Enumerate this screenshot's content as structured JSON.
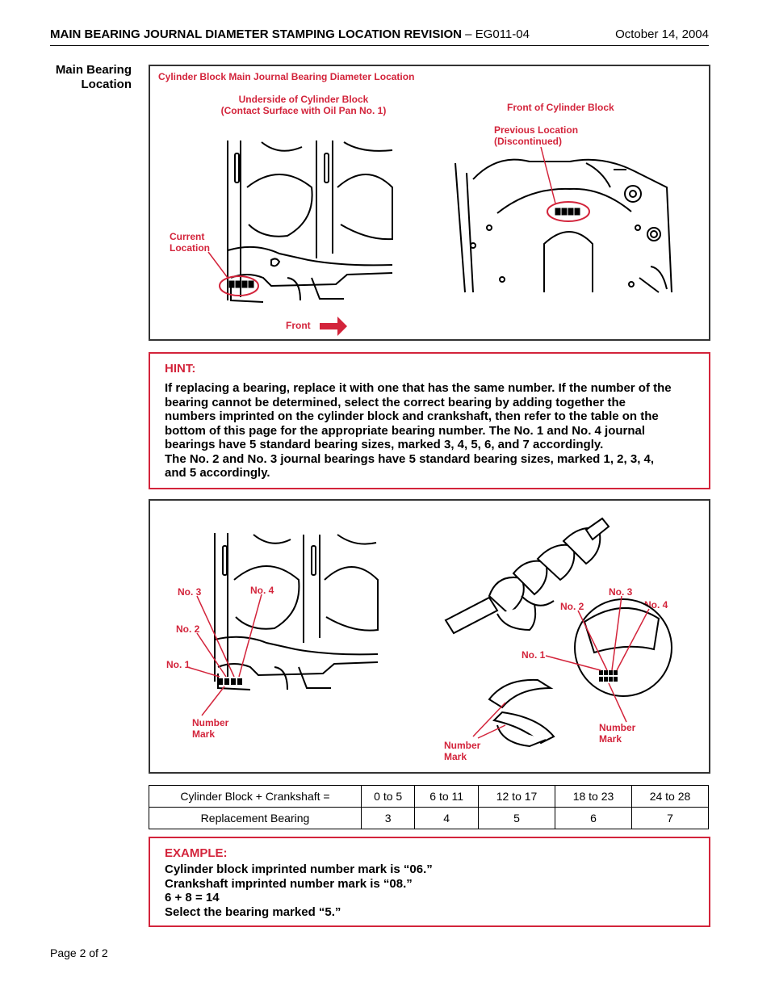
{
  "header": {
    "title": "MAIN BEARING JOURNAL DIAMETER STAMPING LOCATION REVISION",
    "code": " – EG011-04",
    "date": "October 14, 2004"
  },
  "side_label": [
    "Main Bearing",
    "Location"
  ],
  "figure1": {
    "title": "Cylinder Block Main Journal Bearing Diameter Location",
    "underside_label": [
      "Underside of Cylinder Block",
      "(Contact Surface with Oil Pan No. 1)"
    ],
    "front_of_block_label": "Front of Cylinder Block",
    "previous_location_label": [
      "Previous Location",
      "(Discontinued)"
    ],
    "current_location_label": [
      "Current",
      "Location"
    ],
    "front_label": "Front"
  },
  "hint": {
    "title": "HINT:",
    "lines": [
      "If replacing a bearing, replace it with one that has the same number. If the number of the",
      "bearing cannot be determined, select the correct bearing by adding together the",
      "numbers imprinted on the cylinder block and crankshaft, then refer to the table on the",
      "bottom of this page for the appropriate bearing number.  The No. 1 and No. 4 journal",
      "bearings have 5 standard bearing sizes, marked 3, 4, 5, 6, and 7 accordingly.",
      "The No. 2 and No. 3 journal bearings have 5 standard bearing sizes, marked 1, 2, 3, 4,",
      "and 5 accordingly."
    ]
  },
  "figure2": {
    "left_labels": {
      "no3": "No. 3",
      "no4": "No. 4",
      "no2": "No. 2",
      "no1": "No. 1",
      "number_mark": [
        "Number",
        "Mark"
      ]
    },
    "right_labels": {
      "no3": "No. 3",
      "no2": "No. 2",
      "no4": "No. 4",
      "no1": "No. 1",
      "number_mark": [
        "Number",
        "Mark"
      ]
    },
    "bearing_label": [
      "Number",
      "Mark"
    ]
  },
  "table": {
    "row1_header": "Cylinder Block + Crankshaft =",
    "row1": [
      "0 to 5",
      "6 to 11",
      "12 to 17",
      "18 to 23",
      "24 to 28"
    ],
    "row2_header": "Replacement Bearing",
    "row2": [
      "3",
      "4",
      "5",
      "6",
      "7"
    ]
  },
  "example": {
    "title": "EXAMPLE:",
    "lines": [
      "Cylinder block imprinted number mark is “06.”",
      "Crankshaft imprinted number mark is “08.”",
      "6 + 8 = 14",
      "Select the bearing marked “5.”"
    ]
  },
  "footer": {
    "page": "Page 2 of 2"
  },
  "colors": {
    "accent_red": "#d3243b",
    "border": "#333333"
  }
}
